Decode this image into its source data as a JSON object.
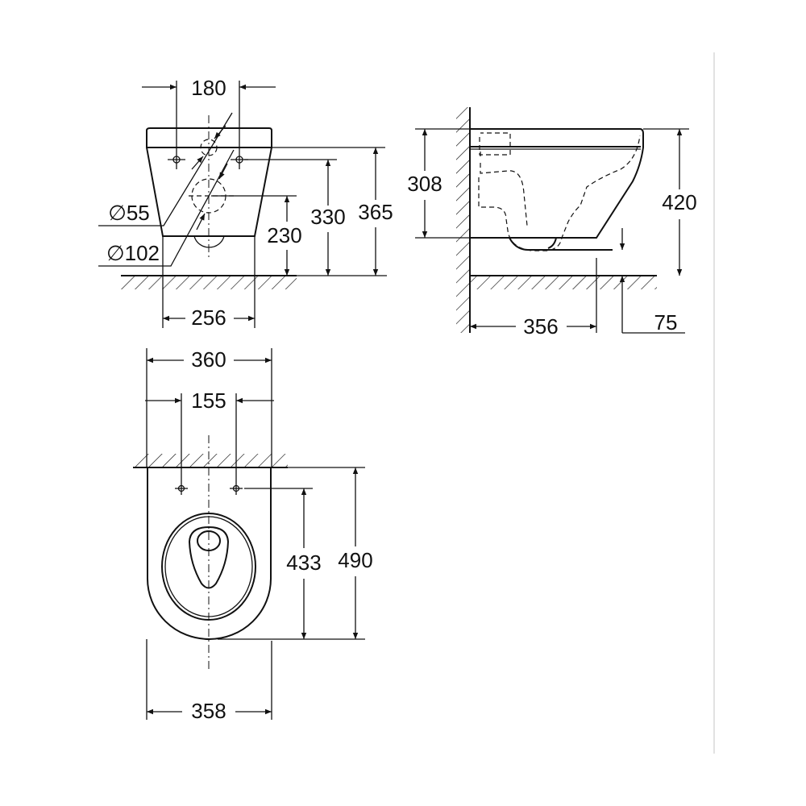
{
  "front_view": {
    "dim_hole_spacing": "180",
    "dim_width_bottom": "256",
    "dim_diameter_small": "∅55",
    "dim_diameter_large": "∅102",
    "dim_drain_height": "230",
    "dim_hole_height": "330",
    "dim_total_height": "365"
  },
  "side_view": {
    "dim_bowl_height": "308",
    "dim_total_height": "420",
    "dim_projection": "356",
    "dim_drain_offset": "75"
  },
  "top_view": {
    "dim_width_top": "360",
    "dim_hole_spacing": "155",
    "dim_hole_depth": "433",
    "dim_total_depth": "490",
    "dim_width_bottom": "358"
  },
  "colors": {
    "line": "#111111",
    "separator": "#d8d8d8"
  }
}
